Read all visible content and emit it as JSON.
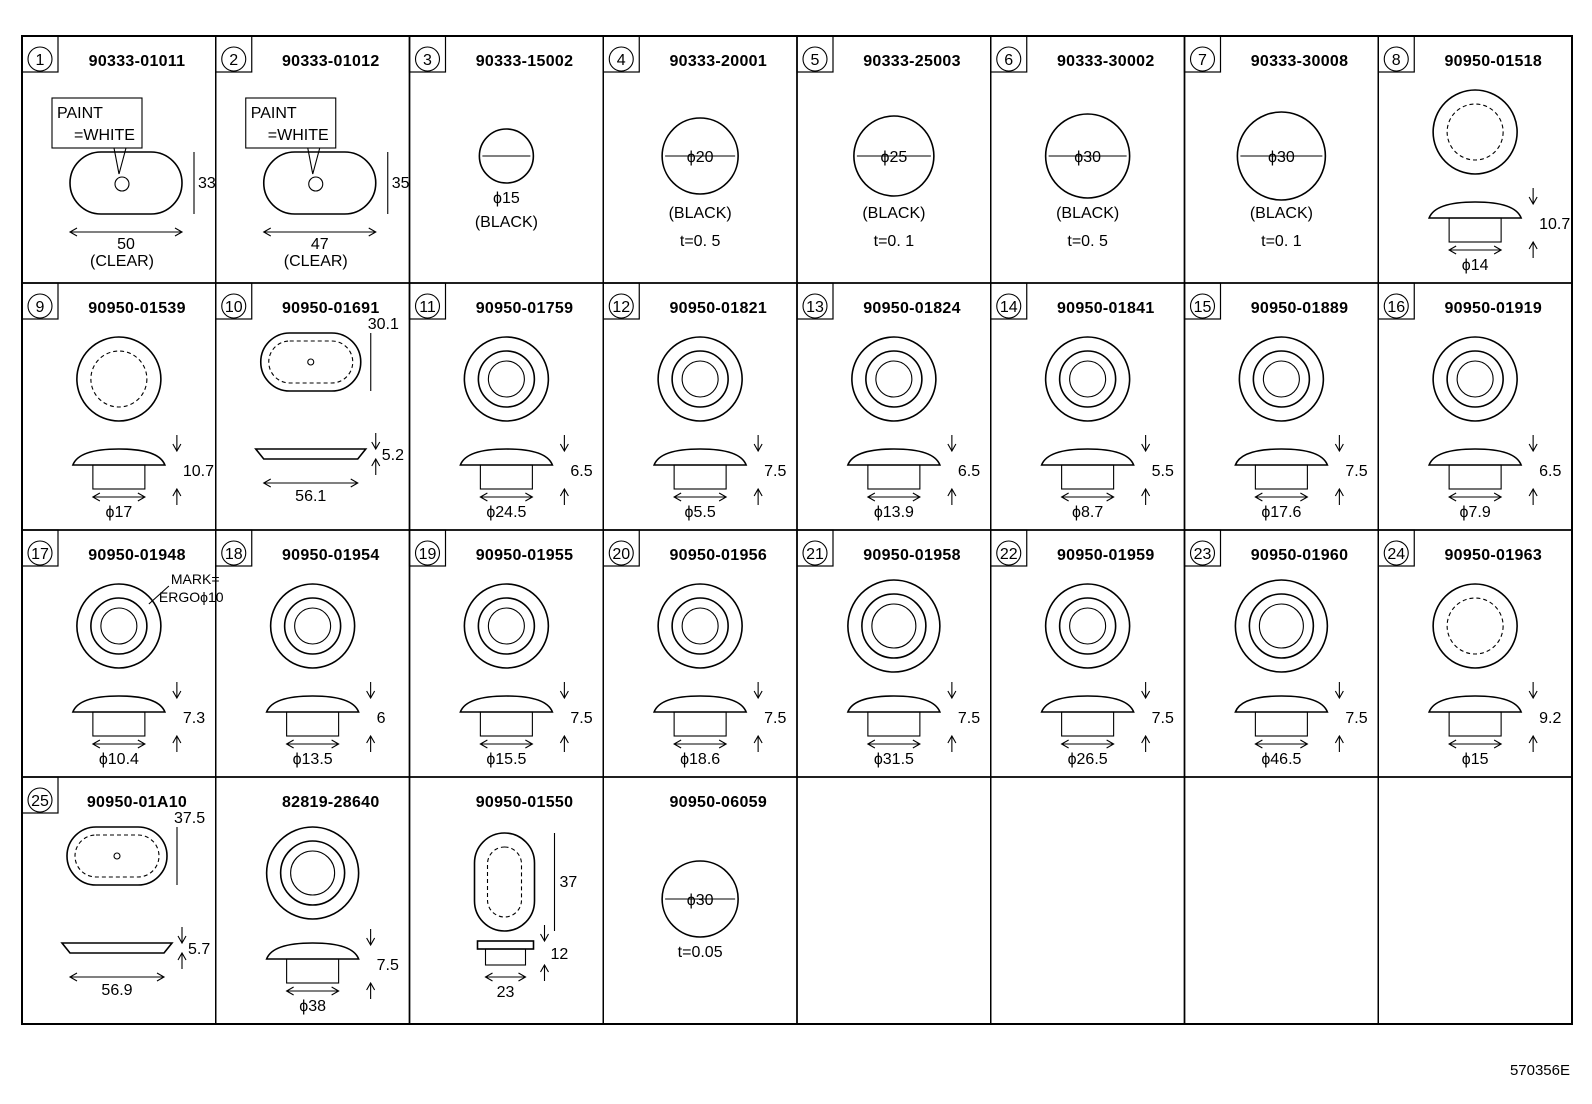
{
  "drawing_ref": "570356E",
  "cells": [
    {
      "num": "1",
      "part": "90333-01011",
      "kind": "oval_paint",
      "paint": [
        "PAINT",
        "=WHITE"
      ],
      "dims": [
        "33",
        "50"
      ],
      "note": "(CLEAR)"
    },
    {
      "num": "2",
      "part": "90333-01012",
      "kind": "oval_paint",
      "paint": [
        "PAINT",
        "=WHITE"
      ],
      "dims": [
        "35",
        "47"
      ],
      "note": "(CLEAR)"
    },
    {
      "num": "3",
      "part": "90333-15002",
      "kind": "disc_small",
      "dia": "ϕ15",
      "note": "(BLACK)"
    },
    {
      "num": "4",
      "part": "90333-20001",
      "kind": "disc",
      "dia": "ϕ20",
      "note": "(BLACK)",
      "thk": "t=0. 5"
    },
    {
      "num": "5",
      "part": "90333-25003",
      "kind": "disc",
      "dia": "ϕ25",
      "note": "(BLACK)",
      "thk": "t=0. 1"
    },
    {
      "num": "6",
      "part": "90333-30002",
      "kind": "disc",
      "dia": "ϕ30",
      "note": "(BLACK)",
      "thk": "t=0. 5"
    },
    {
      "num": "7",
      "part": "90333-30008",
      "kind": "disc",
      "dia": "ϕ30",
      "note": "(BLACK)",
      "thk": "t=0. 1"
    },
    {
      "num": "8",
      "part": "90950-01518",
      "kind": "plug",
      "h": "10.7",
      "d": "ϕ14"
    },
    {
      "num": "9",
      "part": "90950-01539",
      "kind": "plug",
      "h": "10.7",
      "d": "ϕ17"
    },
    {
      "num": "10",
      "part": "90950-01691",
      "kind": "oval_grommet",
      "side": "30.1",
      "h": "5.2",
      "d": "56.1"
    },
    {
      "num": "11",
      "part": "90950-01759",
      "kind": "grommet",
      "h": "6.5",
      "d": "ϕ24.5"
    },
    {
      "num": "12",
      "part": "90950-01821",
      "kind": "grommet",
      "h": "7.5",
      "d": "ϕ5.5"
    },
    {
      "num": "13",
      "part": "90950-01824",
      "kind": "grommet",
      "h": "6.5",
      "d": "ϕ13.9"
    },
    {
      "num": "14",
      "part": "90950-01841",
      "kind": "grommet",
      "h": "5.5",
      "d": "ϕ8.7"
    },
    {
      "num": "15",
      "part": "90950-01889",
      "kind": "grommet",
      "h": "7.5",
      "d": "ϕ17.6"
    },
    {
      "num": "16",
      "part": "90950-01919",
      "kind": "grommet",
      "h": "6.5",
      "d": "ϕ7.9"
    },
    {
      "num": "17",
      "part": "90950-01948",
      "kind": "grommet_mark",
      "mark": [
        "MARK=",
        "ERGOϕ10"
      ],
      "h": "7.3",
      "d": "ϕ10.4"
    },
    {
      "num": "18",
      "part": "90950-01954",
      "kind": "grommet",
      "h": "6",
      "d": "ϕ13.5"
    },
    {
      "num": "19",
      "part": "90950-01955",
      "kind": "grommet",
      "h": "7.5",
      "d": "ϕ15.5"
    },
    {
      "num": "20",
      "part": "90950-01956",
      "kind": "grommet",
      "h": "7.5",
      "d": "ϕ18.6"
    },
    {
      "num": "21",
      "part": "90950-01958",
      "kind": "grommet",
      "h": "7.5",
      "d": "ϕ31.5"
    },
    {
      "num": "22",
      "part": "90950-01959",
      "kind": "grommet",
      "h": "7.5",
      "d": "ϕ26.5"
    },
    {
      "num": "23",
      "part": "90950-01960",
      "kind": "grommet",
      "h": "7.5",
      "d": "ϕ46.5"
    },
    {
      "num": "24",
      "part": "90950-01963",
      "kind": "plug",
      "h": "9.2",
      "d": "ϕ15"
    },
    {
      "num": "25",
      "part": "90950-01A10",
      "kind": "oval_grommet",
      "side": "37.5",
      "h": "5.7",
      "d": "56.9"
    },
    {
      "num": "",
      "part": "82819-28640",
      "kind": "grommet",
      "h": "7.5",
      "d": "ϕ38"
    },
    {
      "num": "",
      "part": "90950-01550",
      "kind": "slot",
      "side": "37",
      "h": "12",
      "d": "23"
    },
    {
      "num": "",
      "part": "90950-06059",
      "kind": "disc_plain",
      "dia": "ϕ30",
      "thk": "t=0.05"
    },
    {
      "num": "",
      "part": "",
      "kind": "empty"
    },
    {
      "num": "",
      "part": "",
      "kind": "empty"
    },
    {
      "num": "",
      "part": "",
      "kind": "empty"
    },
    {
      "num": "",
      "part": "",
      "kind": "empty"
    }
  ]
}
